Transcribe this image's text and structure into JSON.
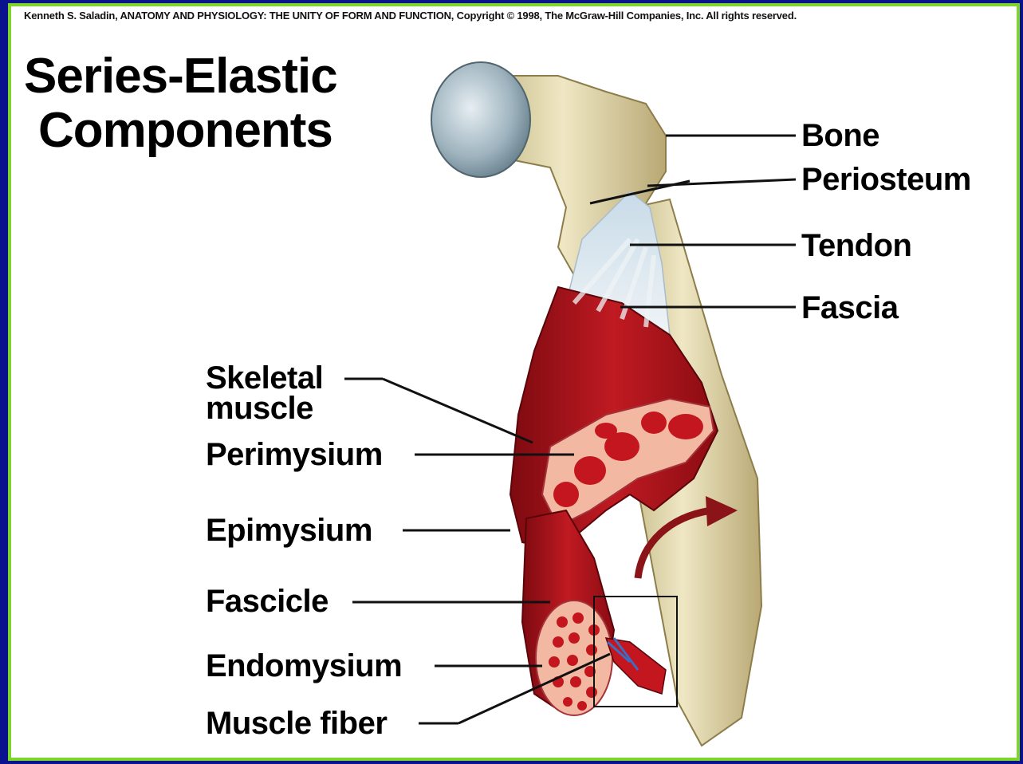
{
  "copyright": "Kenneth S. Saladin, ANATOMY AND PHYSIOLOGY: THE UNITY OF FORM AND FUNCTION, Copyright © 1998, The McGraw-Hill Companies, Inc.  All rights reserved.",
  "title": {
    "line1": "Series-Elastic",
    "line2": "Components"
  },
  "labels_right": {
    "bone": "Bone",
    "periosteum": "Periosteum",
    "tendon": "Tendon",
    "fascia": "Fascia"
  },
  "labels_left": {
    "skeletal_muscle_1": "Skeletal",
    "skeletal_muscle_2": "muscle",
    "perimysium": "Perimysium",
    "epimysium": "Epimysium",
    "fascicle": "Fascicle",
    "endomysium": "Endomysium",
    "muscle_fiber": "Muscle fiber"
  },
  "colors": {
    "background": "#0b128e",
    "border": "#7fd62a",
    "bone": "#e8dfb8",
    "muscle": "#b3141c",
    "tendon": "#dfe8f0"
  }
}
